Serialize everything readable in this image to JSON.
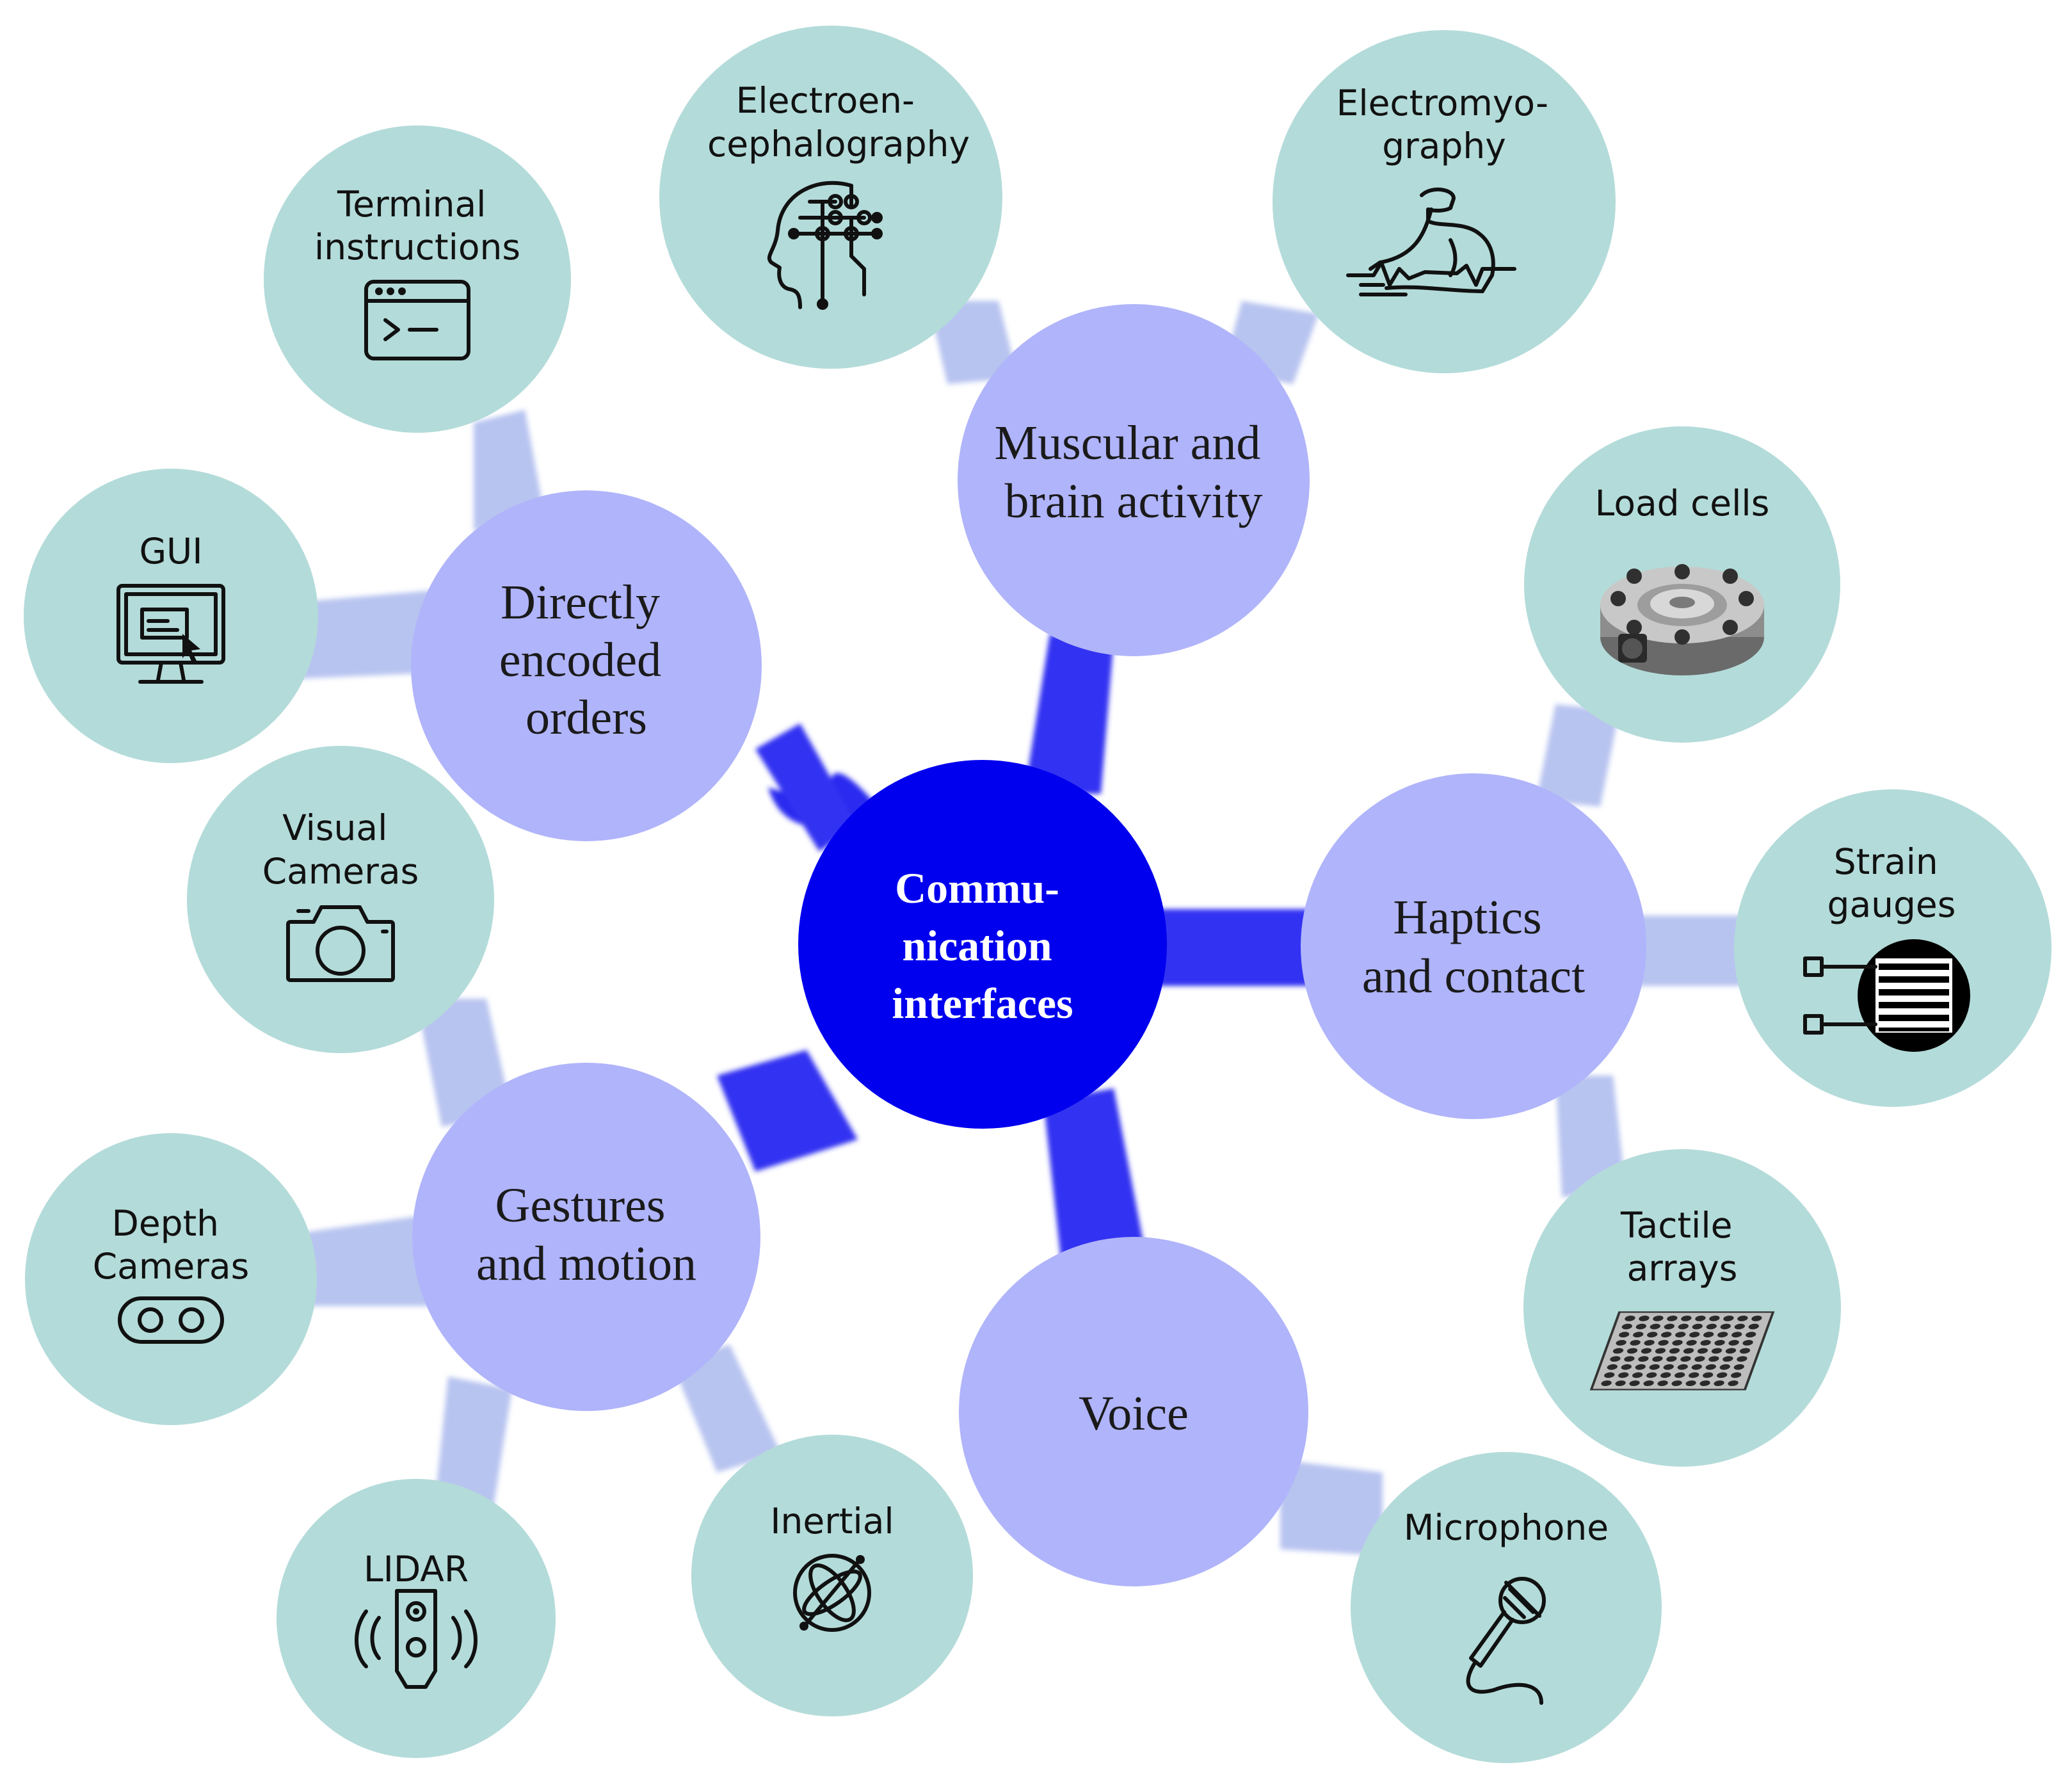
{
  "colors": {
    "center": "#0000ee",
    "branch": "#b0b4fa",
    "leaf": "#b3dbd9",
    "center_text": "#ffffff",
    "text": "#111111"
  },
  "center": {
    "lines": [
      "Commu-",
      "nication",
      "interfaces"
    ]
  },
  "branches": [
    {
      "id": "directly-encoded-orders",
      "lines": [
        "Directly",
        "encoded",
        "orders"
      ],
      "leaves": [
        {
          "id": "terminal-instructions",
          "lines": [
            "Terminal",
            "instructions"
          ],
          "icon": "terminal-icon"
        },
        {
          "id": "gui",
          "lines": [
            "GUI"
          ],
          "icon": "monitor-gui-icon"
        }
      ]
    },
    {
      "id": "muscular-and-brain-activity",
      "lines": [
        "Muscular and",
        "brain activity"
      ],
      "leaves": [
        {
          "id": "electroencephalography",
          "lines": [
            "Electroen-",
            "cephalography"
          ],
          "icon": "brain-circuit-icon"
        },
        {
          "id": "electromyography",
          "lines": [
            "Electromyo-",
            "graphy"
          ],
          "icon": "flexed-arm-icon"
        }
      ]
    },
    {
      "id": "haptics-and-contact",
      "lines": [
        "Haptics",
        "and contact"
      ],
      "leaves": [
        {
          "id": "load-cells",
          "lines": [
            "Load cells"
          ],
          "icon": "load-cell-icon"
        },
        {
          "id": "strain-gauges",
          "lines": [
            "Strain",
            "gauges"
          ],
          "icon": "strain-gauge-icon"
        },
        {
          "id": "tactile-arrays",
          "lines": [
            "Tactile",
            "arrays"
          ],
          "icon": "tactile-array-icon"
        }
      ]
    },
    {
      "id": "voice",
      "lines": [
        "Voice"
      ],
      "leaves": [
        {
          "id": "microphone",
          "lines": [
            "Microphone"
          ],
          "icon": "microphone-icon"
        }
      ]
    },
    {
      "id": "gestures-and-motion",
      "lines": [
        "Gestures",
        "and motion"
      ],
      "leaves": [
        {
          "id": "visual-cameras",
          "lines": [
            "Visual",
            "Cameras"
          ],
          "icon": "camera-icon"
        },
        {
          "id": "depth-cameras",
          "lines": [
            "Depth",
            "Cameras"
          ],
          "icon": "depth-camera-icon"
        },
        {
          "id": "lidar",
          "lines": [
            "LIDAR"
          ],
          "icon": "lidar-icon"
        },
        {
          "id": "inertial",
          "lines": [
            "Inertial"
          ],
          "icon": "gyroscope-icon"
        }
      ]
    }
  ]
}
